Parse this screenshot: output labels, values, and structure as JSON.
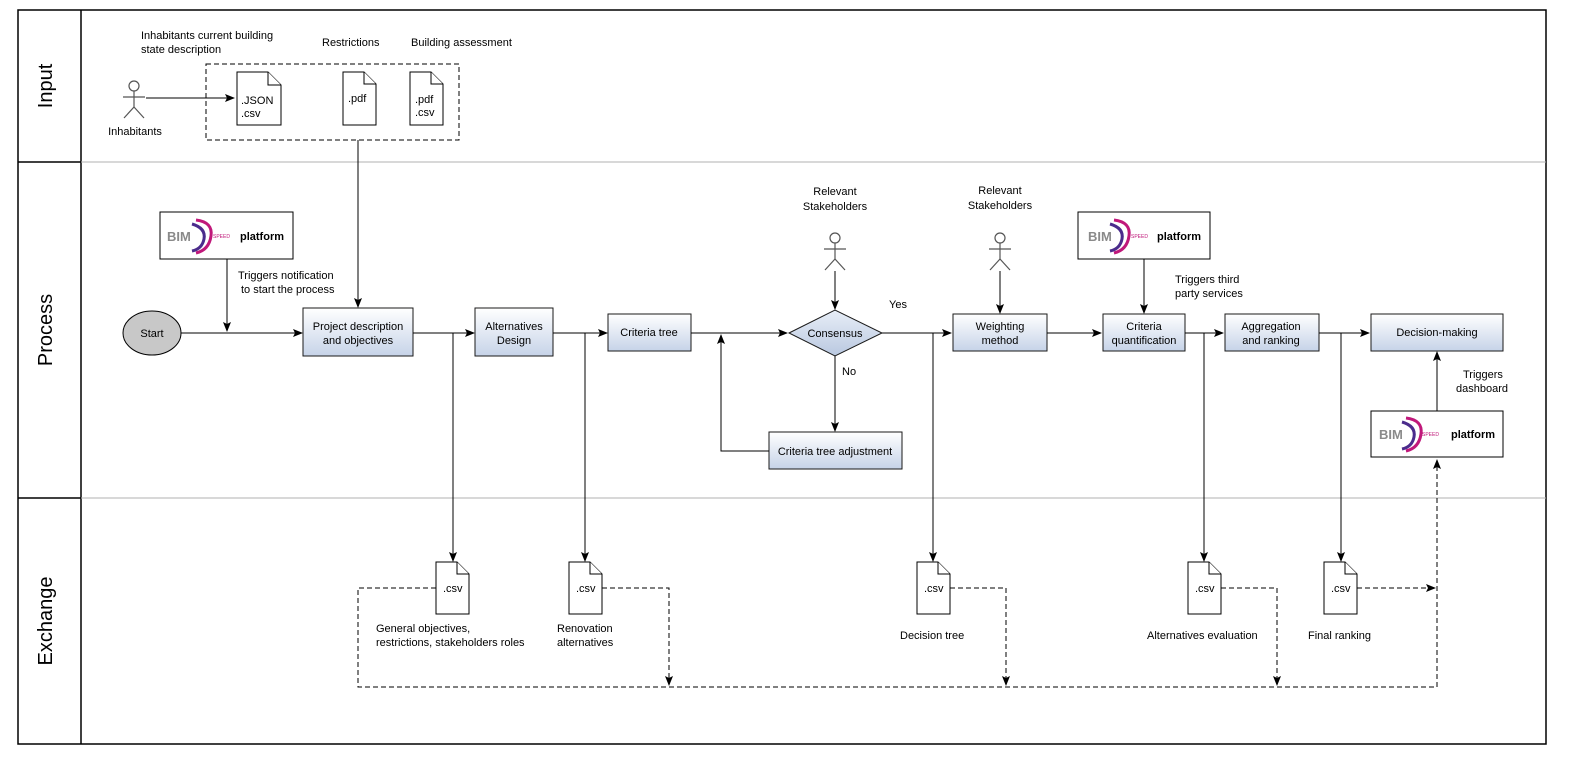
{
  "lanes": {
    "input": "Input",
    "process": "Process",
    "exchange": "Exchange"
  },
  "input": {
    "inhabitants_label": "Inhabitants",
    "building_state_line1": "Inhabitants current building",
    "building_state_line2": "state description",
    "restrictions_label": "Restrictions",
    "assessment_label": "Building assessment",
    "doc1_line1": ".JSON",
    "doc1_line2": ".csv",
    "doc2_line1": ".pdf",
    "doc3_line1": ".pdf",
    "doc3_line2": ".csv"
  },
  "process": {
    "start": "Start",
    "project_line1": "Project description",
    "project_line2": "and objectives",
    "alternatives_line1": "Alternatives",
    "alternatives_line2": "Design",
    "criteria_tree": "Criteria tree",
    "consensus": "Consensus",
    "yes": "Yes",
    "no": "No",
    "criteria_adjust": "Criteria tree adjustment",
    "weighting_line1": "Weighting",
    "weighting_line2": "method",
    "quant_line1": "Criteria",
    "quant_line2": "quantification",
    "aggregation_line1": "Aggregation",
    "aggregation_line2": "and ranking",
    "decision": "Decision-making",
    "stakeholders1_line1": "Relevant",
    "stakeholders1_line2": "Stakeholders",
    "stakeholders2_line1": "Relevant",
    "stakeholders2_line2": "Stakeholders",
    "triggers_notif_line1": "Triggers notification",
    "triggers_notif_line2": "to start the process",
    "triggers_third_line1": "Triggers third",
    "triggers_third_line2": "party services",
    "triggers_dash_line1": "Triggers",
    "triggers_dash_line2": "dashboard",
    "platform_label": "platform",
    "logo_text": "BIM",
    "logo_sub": "SPEED"
  },
  "exchange": {
    "csv": ".csv",
    "general_line1": "General objectives,",
    "general_line2": "restrictions, stakeholders roles",
    "renovation_line1": "Renovation",
    "renovation_line2": "alternatives",
    "decision_tree": "Decision tree",
    "alternatives_eval": "Alternatives evaluation",
    "final_ranking": "Final ranking"
  },
  "colors": {
    "box_top": "#ffffff",
    "box_bottom": "#c6d3e8",
    "start_fill": "#c8c8c8",
    "logo_magenta": "#c0187a",
    "logo_purple": "#4b2c8c",
    "logo_gray": "#8a8a8a"
  }
}
